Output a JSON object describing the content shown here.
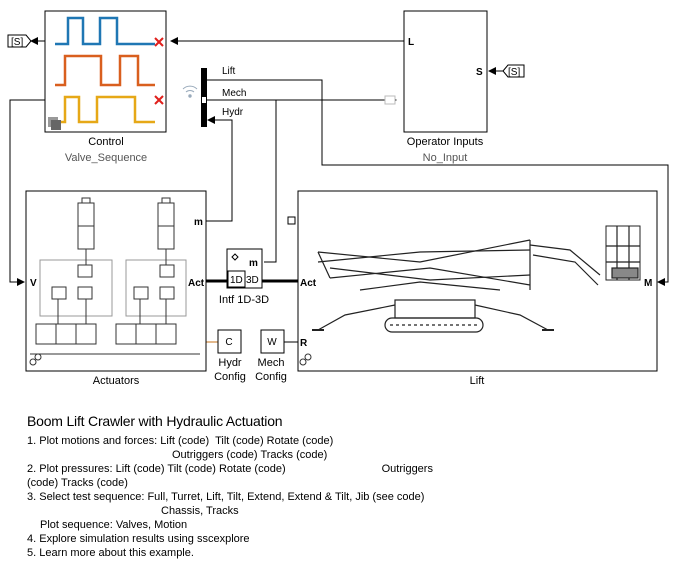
{
  "blocks": {
    "control": {
      "name": "Control",
      "subtitle": "Valve_Sequence"
    },
    "operator": {
      "name": "Operator Inputs",
      "subtitle": "No_Input",
      "port_l": "L",
      "port_s": "S"
    },
    "actuators": {
      "name": "Actuators",
      "port_v": "V",
      "port_m": "m",
      "port_act": "Act"
    },
    "intf": {
      "name": "Intf 1D-3D",
      "port_m": "m",
      "text_1d": "1D",
      "text_3d": "3D"
    },
    "lift": {
      "name": "Lift",
      "port_act": "Act",
      "port_m": "M"
    },
    "hydr_config": {
      "letter": "C",
      "line1": "Hydr",
      "line2": "Config"
    },
    "mech_config": {
      "letter": "W",
      "line1": "Mech",
      "line2": "Config",
      "port_r": "R"
    },
    "bus": {
      "lift": "Lift",
      "mech": "Mech",
      "hydr": "Hydr"
    },
    "goto_left": "[S]",
    "from_right": "[S]"
  },
  "colors": {
    "signal_blue": "#1f77b4",
    "signal_orange": "#d95f1e",
    "signal_yellow": "#e6a817",
    "x_red": "#e0201c",
    "hydraulic_port": "#d9a066"
  },
  "description": {
    "title": "Boom Lift Crawler with Hydraulic Actuation",
    "l1a": "1. Plot motions and forces: Lift (code)  Tilt (code) Rotate (code)",
    "l1b": "Outriggers (code) Tracks (code)",
    "l2a": "2. Plot pressures: Lift (code) Tilt (code) Rotate (code)",
    "l2b": "Outriggers",
    "l2c": "(code) Tracks (code)",
    "l3a": "3. Select test sequence: Full, Turret, Lift, Tilt, Extend, Extend & Tilt, Jib (see code)",
    "l3b": "Chassis, Tracks",
    "l3c": "Plot sequence: Valves, Motion",
    "l4": "4. Explore simulation results using sscexplore",
    "l5": "5. Learn more about this example."
  }
}
